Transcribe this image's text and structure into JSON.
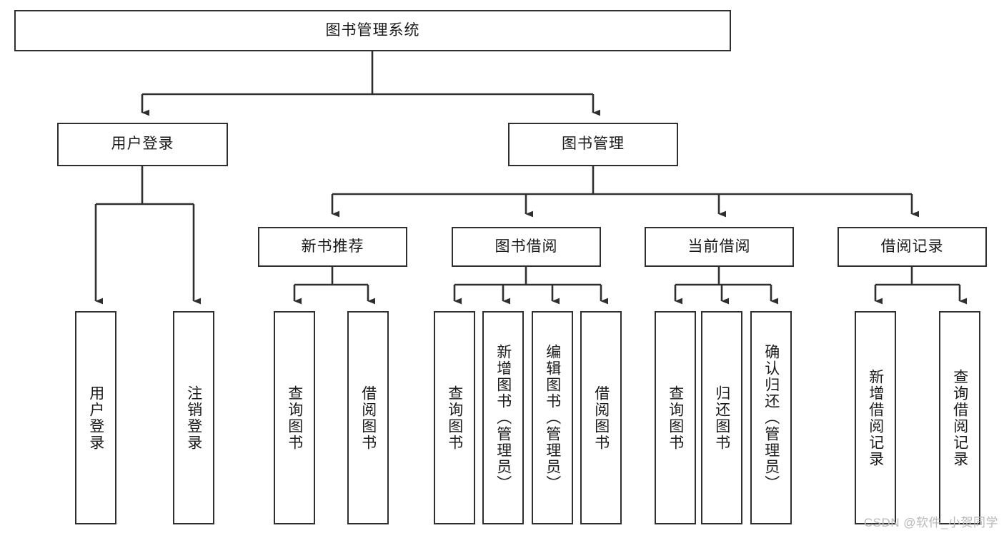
{
  "diagram": {
    "type": "tree-hierarchy-chart",
    "title_node": {
      "id": "root",
      "label": "图书管理系统",
      "orientation": "horizontal"
    },
    "level1": [
      {
        "id": "user-login",
        "label": "用户登录",
        "orientation": "horizontal"
      },
      {
        "id": "book-manage",
        "label": "图书管理",
        "orientation": "horizontal"
      }
    ],
    "level2": [
      {
        "id": "new-book-recommend",
        "label": "新书推荐",
        "orientation": "horizontal",
        "parent": "book-manage"
      },
      {
        "id": "book-borrow",
        "label": "图书借阅",
        "orientation": "horizontal",
        "parent": "book-manage"
      },
      {
        "id": "current-borrow",
        "label": "当前借阅",
        "orientation": "horizontal",
        "parent": "book-manage"
      },
      {
        "id": "borrow-record",
        "label": "借阅记录",
        "orientation": "horizontal",
        "parent": "book-manage"
      }
    ],
    "leaves": [
      {
        "id": "leaf-user-login",
        "label": "用户登录",
        "parent": "user-login"
      },
      {
        "id": "leaf-logout-login",
        "label": "注销登录",
        "parent": "user-login"
      },
      {
        "id": "leaf-query-book-1",
        "label": "查询图书",
        "parent": "new-book-recommend"
      },
      {
        "id": "leaf-borrow-book-1",
        "label": "借阅图书",
        "parent": "new-book-recommend"
      },
      {
        "id": "leaf-query-book-2",
        "label": "查询图书",
        "parent": "book-borrow"
      },
      {
        "id": "leaf-add-book",
        "label": "新增图书（管理员）",
        "parent": "book-borrow"
      },
      {
        "id": "leaf-edit-book",
        "label": "编辑图书（管理员）",
        "parent": "book-borrow"
      },
      {
        "id": "leaf-borrow-book-2",
        "label": "借阅图书",
        "parent": "book-borrow"
      },
      {
        "id": "leaf-query-book-3",
        "label": "查询图书",
        "parent": "current-borrow"
      },
      {
        "id": "leaf-return-book",
        "label": "归还图书",
        "parent": "current-borrow"
      },
      {
        "id": "leaf-confirm-return",
        "label": "确认归还（管理员）",
        "parent": "current-borrow"
      },
      {
        "id": "leaf-add-record",
        "label": "新增借阅记录",
        "parent": "borrow-record"
      },
      {
        "id": "leaf-query-record",
        "label": "查询借阅记录",
        "parent": "borrow-record"
      }
    ],
    "colors": {
      "box_border": "#2f2f2f",
      "box_fill": "#ffffff",
      "connector": "#2f2f2f",
      "text": "#1a1a1a",
      "watermark": "#b9b9b9",
      "background": "#ffffff"
    }
  },
  "watermark": {
    "text": "CSDN @软件_小贺同学"
  }
}
